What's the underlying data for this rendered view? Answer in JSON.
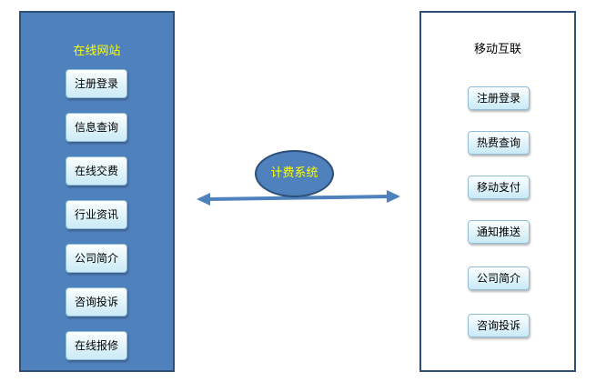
{
  "left_panel": {
    "title": "在线网站",
    "items": [
      "注册登录",
      "信息查询",
      "在线交费",
      "行业资讯",
      "公司简介",
      "咨询投诉",
      "在线报修"
    ]
  },
  "right_panel": {
    "title": "移动互联",
    "items": [
      "注册登录",
      "热费查询",
      "移动支付",
      "通知推送",
      "公司简介",
      "咨询投诉"
    ]
  },
  "center": {
    "label": "计费系统"
  },
  "colors": {
    "panel_fill": "#4f81bd",
    "panel_border": "#2e4f78",
    "title_highlight": "#ffff00",
    "button_fill": "#c9eaf6"
  }
}
